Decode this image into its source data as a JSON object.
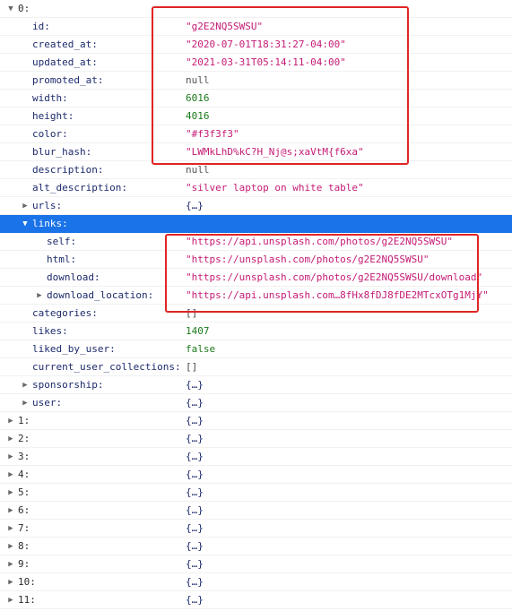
{
  "root": {
    "index": "0:",
    "fields": [
      {
        "key": "id:",
        "value": "\"g2E2NQ5SWSU\"",
        "type": "str"
      },
      {
        "key": "created_at:",
        "value": "\"2020-07-01T18:31:27-04:00\"",
        "type": "str"
      },
      {
        "key": "updated_at:",
        "value": "\"2021-03-31T05:14:11-04:00\"",
        "type": "str"
      },
      {
        "key": "promoted_at:",
        "value": "null",
        "type": "nil"
      },
      {
        "key": "width:",
        "value": "6016",
        "type": "num"
      },
      {
        "key": "height:",
        "value": "4016",
        "type": "num"
      },
      {
        "key": "color:",
        "value": "\"#f3f3f3\"",
        "type": "str"
      },
      {
        "key": "blur_hash:",
        "value": "\"LWMkLhD%kC?H_Nj@s;xaVtM{f6xa\"",
        "type": "str"
      },
      {
        "key": "description:",
        "value": "null",
        "type": "nil"
      },
      {
        "key": "alt_description:",
        "value": "\"silver laptop on white table\"",
        "type": "str"
      },
      {
        "key": "urls:",
        "value": "{…}",
        "type": "obj"
      }
    ],
    "links": {
      "key": "links:",
      "items": [
        {
          "key": "self:",
          "value": "\"https://api.unsplash.com/photos/g2E2NQ5SWSU\""
        },
        {
          "key": "html:",
          "value": "\"https://unsplash.com/photos/g2E2NQ5SWSU\""
        },
        {
          "key": "download:",
          "value": "\"https://unsplash.com/photos/g2E2NQ5SWSU/download\""
        },
        {
          "key": "download_location:",
          "value": "\"https://api.unsplash.com…8fHx8fDJ8fDE2MTcxOTg1MjY\""
        }
      ]
    },
    "after": [
      {
        "key": "categories:",
        "value": "[]",
        "type": "arr"
      },
      {
        "key": "likes:",
        "value": "1407",
        "type": "num"
      },
      {
        "key": "liked_by_user:",
        "value": "false",
        "type": "bool"
      },
      {
        "key": "current_user_collections:",
        "value": "[]",
        "type": "arr"
      },
      {
        "key": "sponsorship:",
        "value": "{…}",
        "type": "obj"
      },
      {
        "key": "user:",
        "value": "{…}",
        "type": "obj"
      }
    ]
  },
  "items": [
    {
      "key": "1:",
      "value": "{…}"
    },
    {
      "key": "2:",
      "value": "{…}"
    },
    {
      "key": "3:",
      "value": "{…}"
    },
    {
      "key": "4:",
      "value": "{…}"
    },
    {
      "key": "5:",
      "value": "{…}"
    },
    {
      "key": "6:",
      "value": "{…}"
    },
    {
      "key": "7:",
      "value": "{…}"
    },
    {
      "key": "8:",
      "value": "{…}"
    },
    {
      "key": "9:",
      "value": "{…}"
    },
    {
      "key": "10:",
      "value": "{…}"
    },
    {
      "key": "11:",
      "value": "{…}"
    }
  ],
  "colors": {
    "selected_row": "#1a73e8",
    "highlight_box": "#e02525",
    "string": "#c41a74",
    "number": "#1c7a1c",
    "key": "#1c2a6b"
  },
  "icons": {
    "expanded": "triangle-down-icon",
    "collapsed": "triangle-right-icon"
  }
}
